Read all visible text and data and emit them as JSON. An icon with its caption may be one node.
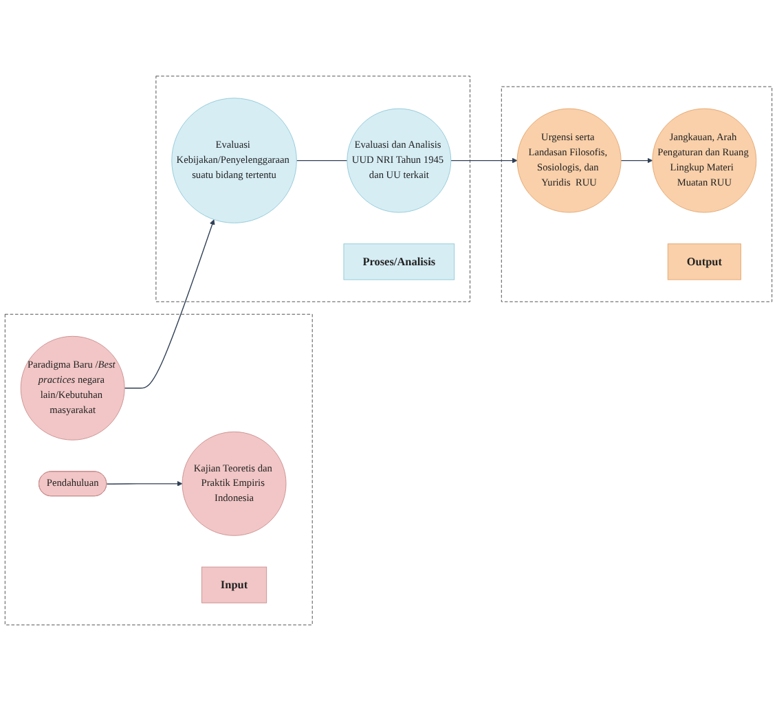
{
  "diagram": {
    "nodes": [
      {
        "text": [],
        "shape": "box"
      },
      {
        "text": [
          "Pendahuluan"
        ],
        "in": 0
      },
      {
        "text": [
          "Kajian Teoretis dan Praktik Empiris Indonesia"
        ],
        "in": 0
      },
      {
        "text": [
          "Paradigma Baru /*Best practices* negara lain/Kebutuhan masyarakat"
        ],
        "in": 0
      },
      {
        "text": [
          "Input"
        ],
        "in": 0
      },
      {
        "text": [],
        "shape": "box"
      },
      {
        "text": [
          "Evaluasi Kebijakan/Penyelenggaraan suatu bidang tertentu"
        ],
        "in": 5
      },
      {
        "text": [
          "Evaluasi dan Analisis UUD NRI Tahun 1945 dan UU terkait"
        ],
        "in": 5
      },
      {
        "text": [
          "Proses/Analisis"
        ],
        "in": 5
      },
      {
        "text": [],
        "shape": "box"
      },
      {
        "text": [
          "Urgensi serta Landasan Filosofis, Sosiologis, dan Yuridis  RUU"
        ],
        "in": 9
      },
      {
        "text": [
          "Jangkauan, Arah Pengaturan dan Ruang Lingkup Materi  Muatan RUU"
        ],
        "in": 9
      },
      {
        "text": [
          "Output"
        ],
        "in": 9
      }
    ],
    "edges": [
      {
        "from": 1,
        "to": 2,
        "arrow": "to"
      },
      {
        "from": 3,
        "to": 6,
        "arrow": "to"
      },
      {
        "from": 6,
        "to": 7,
        "arrow": "none"
      },
      {
        "from": 7,
        "to": 10,
        "arrow": "to"
      },
      {
        "from": 10,
        "to": 11,
        "arrow": "to"
      }
    ]
  }
}
